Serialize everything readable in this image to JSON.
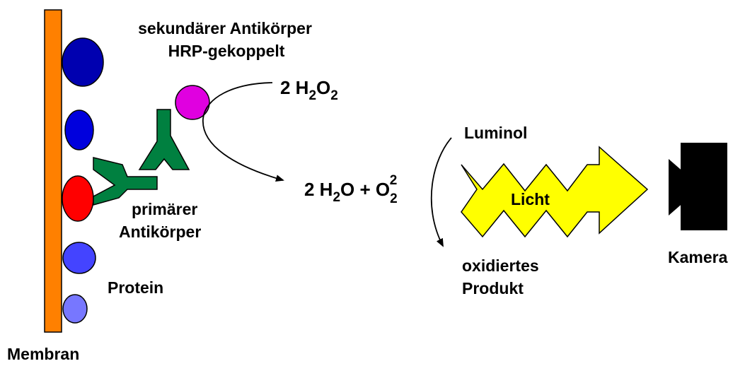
{
  "labels": {
    "secondary_antibody_line1": "sekundärer Antikörper",
    "secondary_antibody_line2": "HRP-gekoppelt",
    "h2o2_coef": "2 H",
    "h2o2_sub1": "2",
    "h2o2_o": "O",
    "h2o2_sub2": "2",
    "product_coef": "2 H",
    "product_sub1": "2",
    "product_mid": "O + O",
    "product_sub2": "2",
    "product_sup": "2",
    "primary_antibody_line1": "primärer",
    "primary_antibody_line2": "Antikörper",
    "protein": "Protein",
    "membrane": "Membran",
    "luminol": "Luminol",
    "light": "Licht",
    "oxidized_line1": "oxidiertes",
    "oxidized_line2": "Produkt",
    "camera": "Kamera"
  },
  "colors": {
    "membrane": "#ff8000",
    "antibody": "#008040",
    "hrp": "#e000e0",
    "target_protein": "#ff0000",
    "light": "#ffff00",
    "camera": "#000000",
    "protein_dark": "#0000b0",
    "protein_mid": "#0000dd",
    "protein_light": "#4444ff",
    "protein_pale": "#7777ff"
  },
  "icons": {
    "camera": "camera-icon",
    "light": "lightning-arrow-icon"
  }
}
